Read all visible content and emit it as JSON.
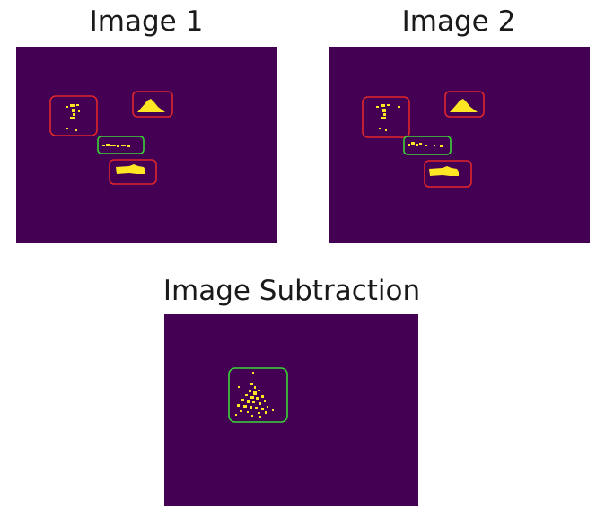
{
  "panels": [
    {
      "title": "Image 1"
    },
    {
      "title": "Image 2"
    },
    {
      "title": "Image Subtraction"
    }
  ],
  "colors": {
    "background": "#440154",
    "blob": "#fde725",
    "box_static": "#e0262a",
    "box_changed": "#39d636"
  }
}
